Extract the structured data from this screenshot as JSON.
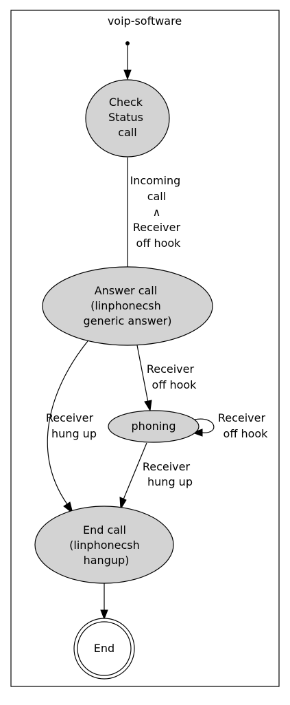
{
  "diagram": {
    "title": "voip-software",
    "colors": {
      "node_fill": "#d3d3d3",
      "end_fill": "#ffffff",
      "stroke": "#000000",
      "background": "#ffffff"
    },
    "states": {
      "check_status": {
        "lines": [
          "Check",
          "Status",
          "call"
        ]
      },
      "answer_call": {
        "lines": [
          "Answer call",
          "(linphonecsh",
          "generic answer)"
        ]
      },
      "phoning": {
        "lines": [
          "phoning"
        ]
      },
      "end_call": {
        "lines": [
          "End call",
          "(linphonecsh",
          "hangup)"
        ]
      },
      "end": {
        "lines": [
          "End"
        ]
      }
    },
    "transitions": {
      "check_to_answer": {
        "lines": [
          "Incoming",
          "call",
          "∧",
          "Receiver",
          "off hook"
        ]
      },
      "answer_to_phoning": {
        "lines": [
          "Receiver",
          "off hook"
        ]
      },
      "answer_to_end": {
        "lines": [
          "Receiver",
          "hung up"
        ]
      },
      "phoning_self": {
        "lines": [
          "Receiver",
          "off hook"
        ]
      },
      "phoning_to_end": {
        "lines": [
          "Receiver",
          "hung up"
        ]
      }
    }
  }
}
